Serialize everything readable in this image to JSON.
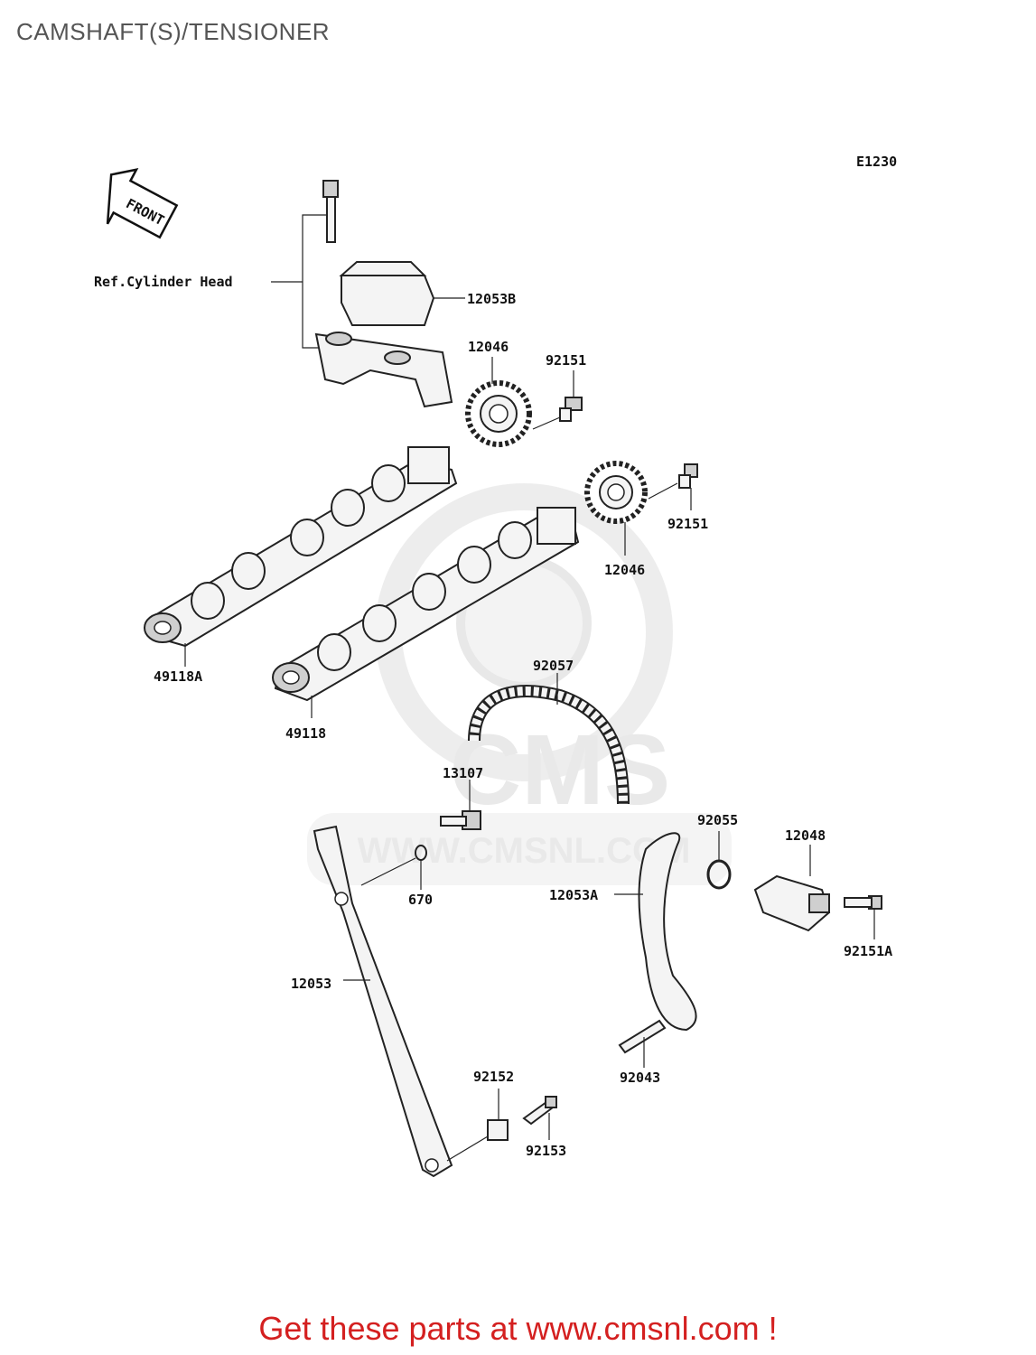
{
  "title": "CAMSHAFT(S)/TENSIONER",
  "diagram_code": "E1230",
  "front_label": "FRONT",
  "ref_label": "Ref.Cylinder Head",
  "watermark": {
    "brand": "CMS",
    "url": "WWW.CMSNL.COM"
  },
  "part_labels": [
    {
      "id": "p12053b",
      "text": "12053B"
    },
    {
      "id": "p12046a",
      "text": "12046"
    },
    {
      "id": "p92151a",
      "text": "92151"
    },
    {
      "id": "p12046b",
      "text": "12046"
    },
    {
      "id": "p92151b",
      "text": "92151"
    },
    {
      "id": "p49118a",
      "text": "49118A"
    },
    {
      "id": "p49118",
      "text": "49118"
    },
    {
      "id": "p92057",
      "text": "92057"
    },
    {
      "id": "p13107",
      "text": "13107"
    },
    {
      "id": "p670",
      "text": "670"
    },
    {
      "id": "p92055",
      "text": "92055"
    },
    {
      "id": "p12048",
      "text": "12048"
    },
    {
      "id": "p12053a",
      "text": "12053A"
    },
    {
      "id": "p92151c",
      "text": "92151A"
    },
    {
      "id": "p12053",
      "text": "12053"
    },
    {
      "id": "p92043",
      "text": "92043"
    },
    {
      "id": "p92152",
      "text": "92152"
    },
    {
      "id": "p92153",
      "text": "92153"
    }
  ],
  "footer": "Get these parts at www.cmsnl.com !"
}
